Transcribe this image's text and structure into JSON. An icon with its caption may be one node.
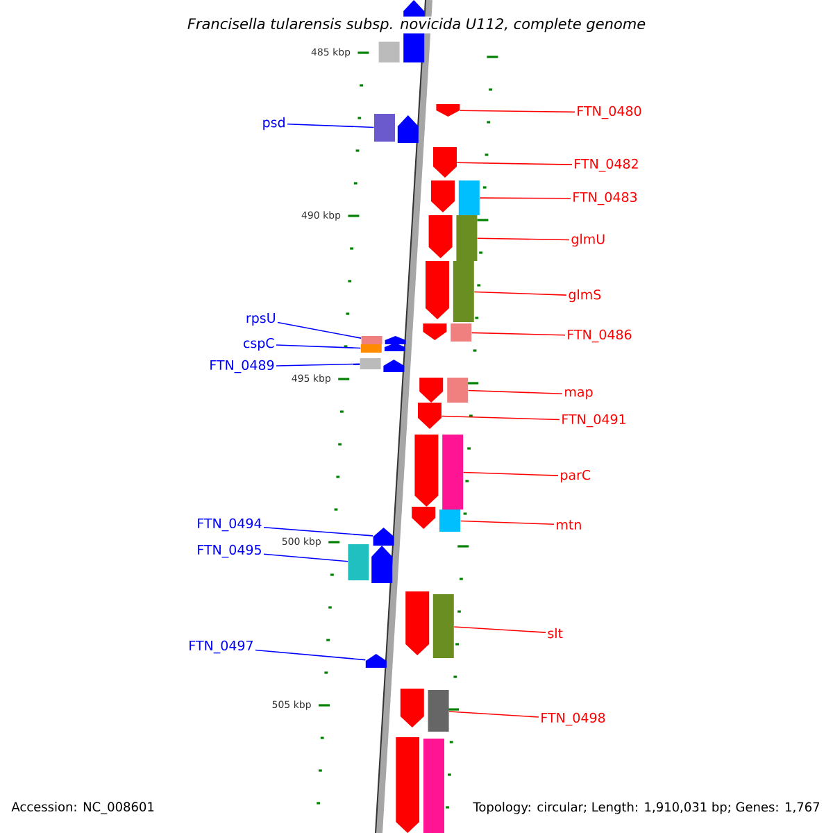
{
  "diagram": {
    "title": "Francisella tularensis subsp. novicida U112, complete genome",
    "nodes": [
      {
        "text": [
          "FTN_0480"
        ]
      },
      {
        "text": [],
        "shape": "pentagon"
      },
      {
        "text": [
          "psd"
        ]
      },
      {
        "text": [],
        "shape": "box"
      },
      {
        "text": [
          "FTN_0482"
        ]
      },
      {
        "text": [],
        "shape": "pentagon"
      },
      {
        "text": [
          "FTN_0483"
        ]
      },
      {
        "text": [],
        "shape": "box"
      },
      {
        "text": [
          "glmU"
        ]
      },
      {
        "text": [],
        "shape": "box"
      },
      {
        "text": [
          "glmS"
        ]
      },
      {
        "text": [],
        "shape": "box"
      },
      {
        "text": [
          "rpsU"
        ]
      },
      {
        "text": [],
        "shape": "box"
      },
      {
        "text": [
          "FTN_0486"
        ]
      },
      {
        "text": [],
        "shape": "box"
      },
      {
        "text": [
          "cspC"
        ]
      },
      {
        "text": [],
        "shape": "box"
      },
      {
        "text": [
          "FTN_0489"
        ]
      },
      {
        "text": [],
        "shape": "box"
      },
      {
        "text": [
          "map"
        ]
      },
      {
        "text": [],
        "shape": "box"
      },
      {
        "text": [
          "FTN_0491"
        ]
      },
      {
        "text": [],
        "shape": "pentagon"
      },
      {
        "text": [
          "parC"
        ]
      },
      {
        "text": [],
        "shape": "box"
      },
      {
        "text": [
          "FTN_0494"
        ]
      },
      {
        "text": [],
        "shape": "pentagon"
      },
      {
        "text": [
          "mtn"
        ]
      },
      {
        "text": [],
        "shape": "box"
      },
      {
        "text": [
          "FTN_0495"
        ]
      },
      {
        "text": [],
        "shape": "box"
      },
      {
        "text": [
          "slt"
        ]
      },
      {
        "text": [],
        "shape": "box"
      },
      {
        "text": [
          "FTN_0497"
        ]
      },
      {
        "text": [],
        "shape": "pentagon"
      },
      {
        "text": [
          "FTN_0498"
        ]
      },
      {
        "text": [],
        "shape": "box"
      },
      {
        "text": [],
        "shape": "pentagon"
      },
      {
        "text": [],
        "shape": "box"
      },
      {
        "text": [],
        "shape": "pentagon"
      },
      {
        "text": [],
        "shape": "pentagon"
      },
      {
        "text": [],
        "shape": "pentagon"
      },
      {
        "text": [],
        "shape": "pentagon"
      },
      {
        "text": [],
        "shape": "pentagon"
      },
      {
        "text": [],
        "shape": "pentagon"
      },
      {
        "text": [],
        "shape": "pentagon"
      },
      {
        "text": [],
        "shape": "pentagon"
      },
      {
        "text": [],
        "shape": "pentagon"
      },
      {
        "text": [],
        "shape": "pentagon"
      },
      {
        "text": [],
        "shape": "pentagon"
      },
      {
        "text": [],
        "shape": "pentagon"
      },
      {
        "text": [],
        "shape": "pentagon"
      },
      {
        "text": [],
        "shape": "pentagon"
      },
      {
        "text": [],
        "shape": "box"
      },
      {
        "text": [],
        "shape": "pentagon"
      }
    ],
    "edges": [
      {
        "from": 0,
        "to": 1,
        "arrow": "none"
      },
      {
        "from": 2,
        "to": 3,
        "arrow": "none",
        "color": "#0000ff"
      },
      {
        "from": 4,
        "to": 5,
        "arrow": "none"
      },
      {
        "from": 6,
        "to": 7,
        "arrow": "none"
      },
      {
        "from": 8,
        "to": 9,
        "arrow": "none"
      },
      {
        "from": 10,
        "to": 11,
        "arrow": "none"
      },
      {
        "from": 12,
        "to": 13,
        "arrow": "none",
        "color": "#0000ff"
      },
      {
        "from": 14,
        "to": 15,
        "arrow": "none"
      },
      {
        "from": 16,
        "to": 17,
        "arrow": "none",
        "color": "#0000ff"
      },
      {
        "from": 18,
        "to": 19,
        "arrow": "none",
        "color": "#0000ff"
      },
      {
        "from": 20,
        "to": 21,
        "arrow": "none"
      },
      {
        "from": 22,
        "to": 23,
        "arrow": "none"
      },
      {
        "from": 24,
        "to": 25,
        "arrow": "none"
      },
      {
        "from": 26,
        "to": 27,
        "arrow": "none",
        "color": "#0000ff"
      },
      {
        "from": 28,
        "to": 29,
        "arrow": "none"
      },
      {
        "from": 30,
        "to": 31,
        "arrow": "none",
        "color": "#0000ff"
      },
      {
        "from": 32,
        "to": 33,
        "arrow": "none"
      },
      {
        "from": 34,
        "to": 35,
        "arrow": "none",
        "color": "#0000ff"
      },
      {
        "from": 36,
        "to": 37,
        "arrow": "none"
      }
    ],
    "labels": [
      "485 kbp",
      "490 kbp",
      "495 kbp",
      "500 kbp",
      "505 kbp",
      "Accession: NC_008601",
      "Topology: circular; Length: 1,910,031 bp; Genes: 1,767"
    ]
  }
}
